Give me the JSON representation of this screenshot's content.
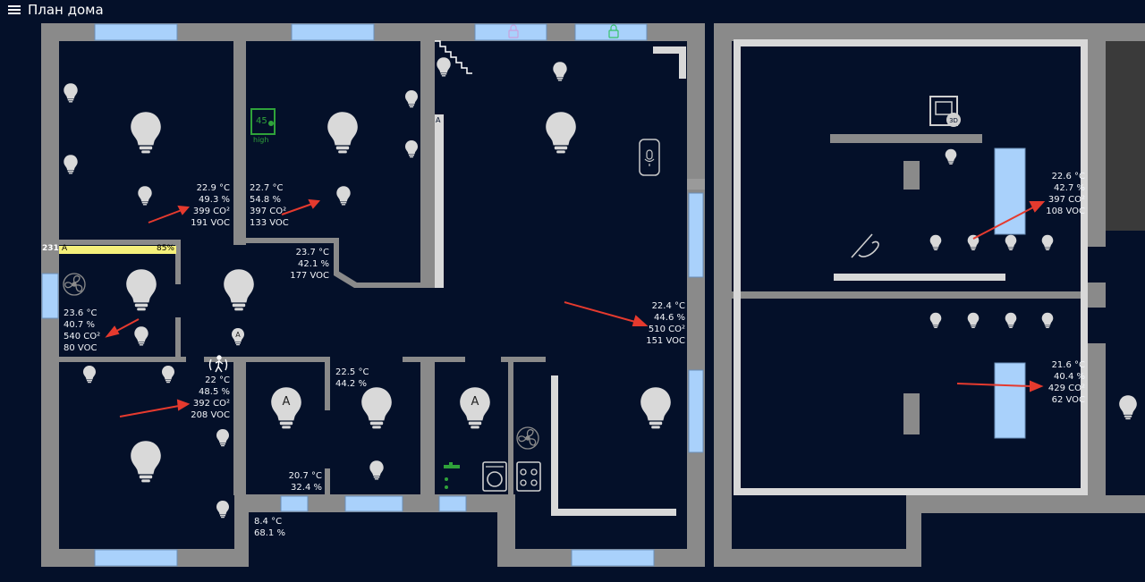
{
  "header": {
    "title": "План дома",
    "menu_icon": "hamburger-menu-icon"
  },
  "sensors": {
    "room1": {
      "temp": "22.9 °C",
      "humidity": "49.3 %",
      "co2": "399 CO²",
      "voc": "191 VOC"
    },
    "room2": {
      "temp": "22.7 °C",
      "humidity": "54.8 %",
      "co2": "397 CO²",
      "voc": "133 VOC"
    },
    "hall": {
      "temp": "23.7 °C",
      "humidity": "42.1 %",
      "voc": "177 VOC"
    },
    "bath_small": {
      "temp": "23.6 °C",
      "humidity": "40.7 %",
      "co2": "540 CO²",
      "voc": "80 VOC"
    },
    "room3": {
      "temp": "22 °C",
      "humidity": "48.5 %",
      "co2": "392 CO²",
      "voc": "208 VOC"
    },
    "living": {
      "temp": "22.4 °C",
      "humidity": "44.6 %",
      "co2": "510 CO²",
      "voc": "151 VOC"
    },
    "closet": {
      "temp": "22.5 °C",
      "humidity": "44.2 %"
    },
    "wc": {
      "temp": "20.7 °C",
      "humidity": "32.4 %"
    },
    "outdoor": {
      "temp": "8.4 °C",
      "humidity": "68.1 %"
    },
    "garage_top": {
      "temp": "22.6 °C",
      "humidity": "42.7 %",
      "co2": "397 CO²",
      "voc": "108 VOC"
    },
    "garage_bottom": {
      "temp": "21.6 °C",
      "humidity": "40.4 %",
      "co2": "429 CO²",
      "voc": "62 VOC"
    }
  },
  "vacuum": {
    "count": "231",
    "label": "A",
    "battery": "85%",
    "battery_level": 0.85
  },
  "plant": {
    "value": "45",
    "status": "high"
  },
  "bulb_labels": {
    "a": "A"
  },
  "icons": {
    "bulb": "light-bulb-icon",
    "lock": "lock-icon",
    "fan": "fan-icon",
    "motion": "motion-sensor-icon",
    "speaker": "smart-speaker-icon",
    "printer": "3d-printer-icon",
    "faucet": "faucet-icon",
    "washer": "washing-machine-icon",
    "stove": "cooktop-icon",
    "soldering": "soldering-iron-icon",
    "stairs": "stairs-icon",
    "arrow": "arrow-indicator-icon"
  },
  "colors": {
    "background": "#041029",
    "wall": "#8a8a8a",
    "window": "#a9d1fb",
    "bulb": "#d9d9d9",
    "arrow": "#e53a2e",
    "plant": "#2fa23a",
    "vacuum_bar": "#f5f07a",
    "locked_green": "#37c26a"
  }
}
